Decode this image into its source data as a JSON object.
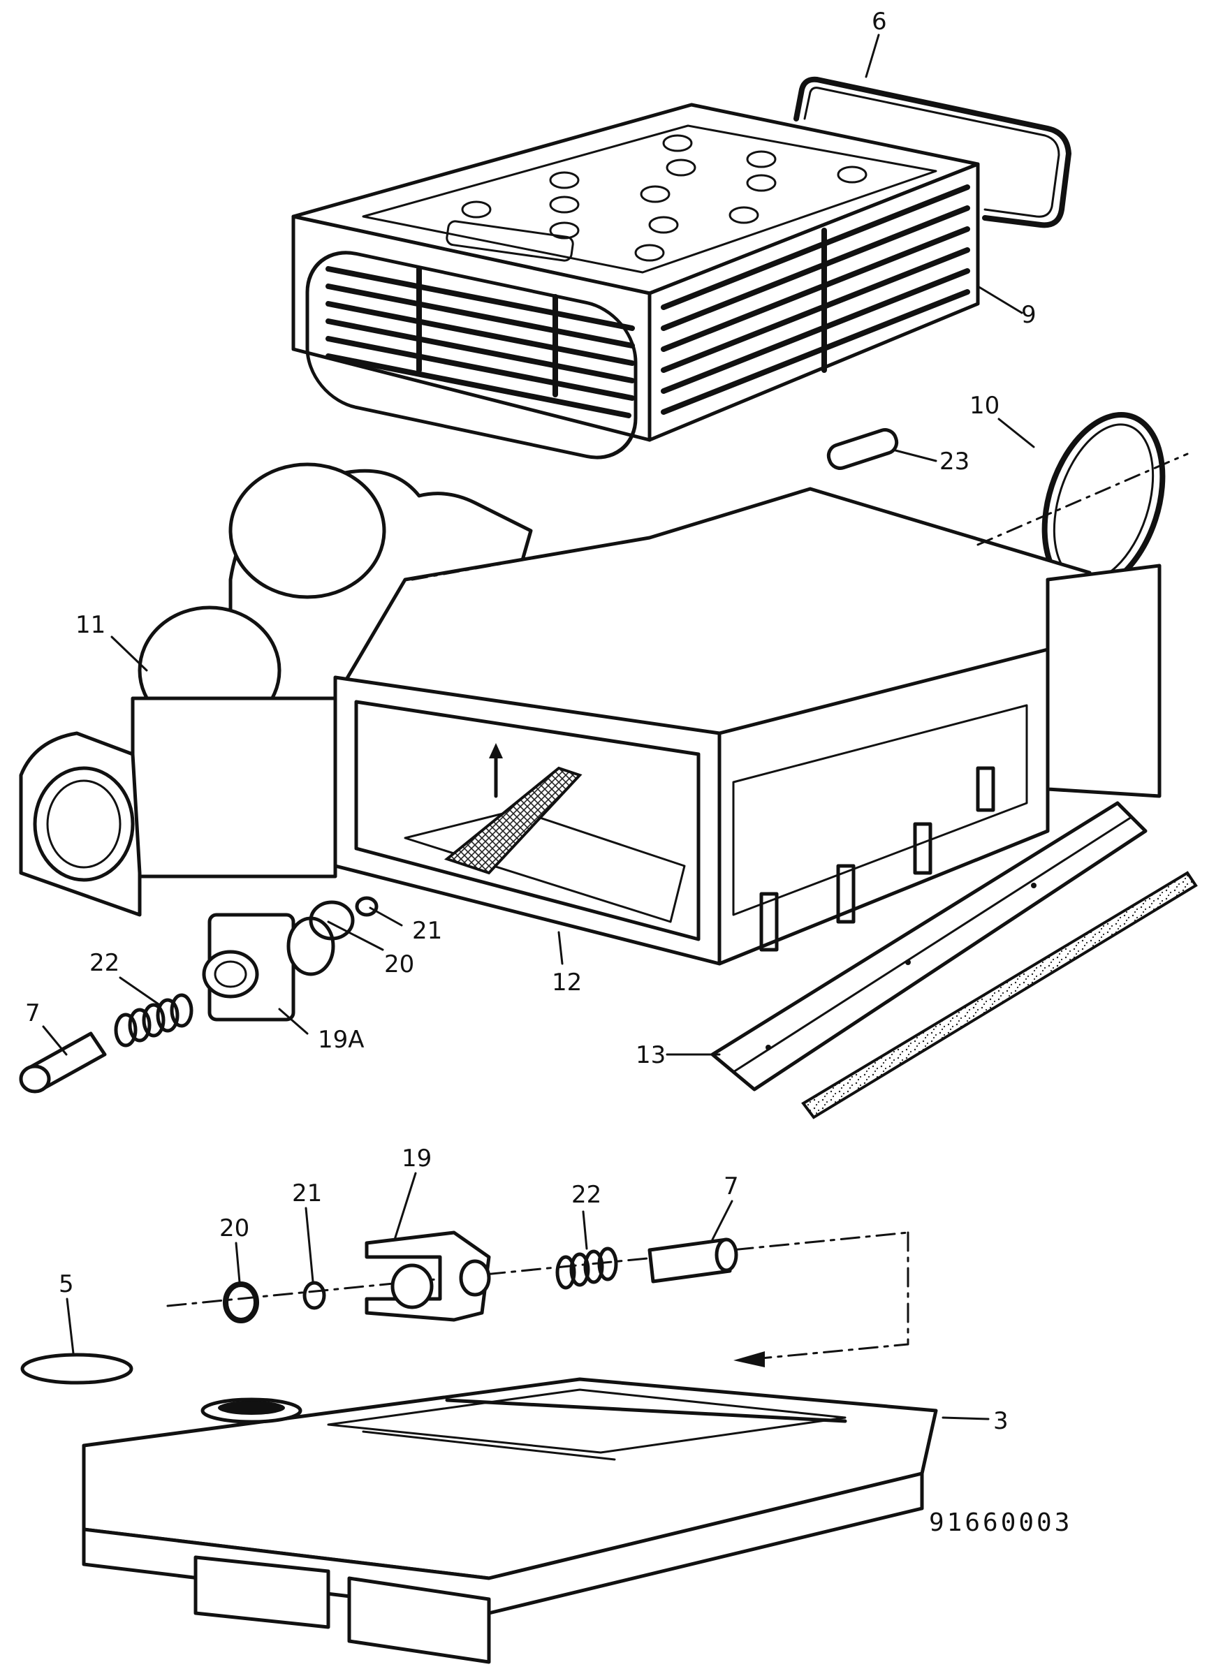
{
  "diagram": {
    "catalog_number": "91660003",
    "callouts": [
      {
        "id": "c6",
        "text": "6"
      },
      {
        "id": "c9",
        "text": "9"
      },
      {
        "id": "c10",
        "text": "10"
      },
      {
        "id": "c23",
        "text": "23"
      },
      {
        "id": "c11",
        "text": "11"
      },
      {
        "id": "c21a",
        "text": "21"
      },
      {
        "id": "c20a",
        "text": "20"
      },
      {
        "id": "c22a",
        "text": "22"
      },
      {
        "id": "c12",
        "text": "12"
      },
      {
        "id": "c7a",
        "text": "7"
      },
      {
        "id": "c19A",
        "text": "19A"
      },
      {
        "id": "c13",
        "text": "13"
      },
      {
        "id": "c19",
        "text": "19"
      },
      {
        "id": "c21b",
        "text": "21"
      },
      {
        "id": "c22b",
        "text": "22"
      },
      {
        "id": "c7b",
        "text": "7"
      },
      {
        "id": "c20b",
        "text": "20"
      },
      {
        "id": "c5",
        "text": "5"
      },
      {
        "id": "c3",
        "text": "3"
      }
    ]
  }
}
